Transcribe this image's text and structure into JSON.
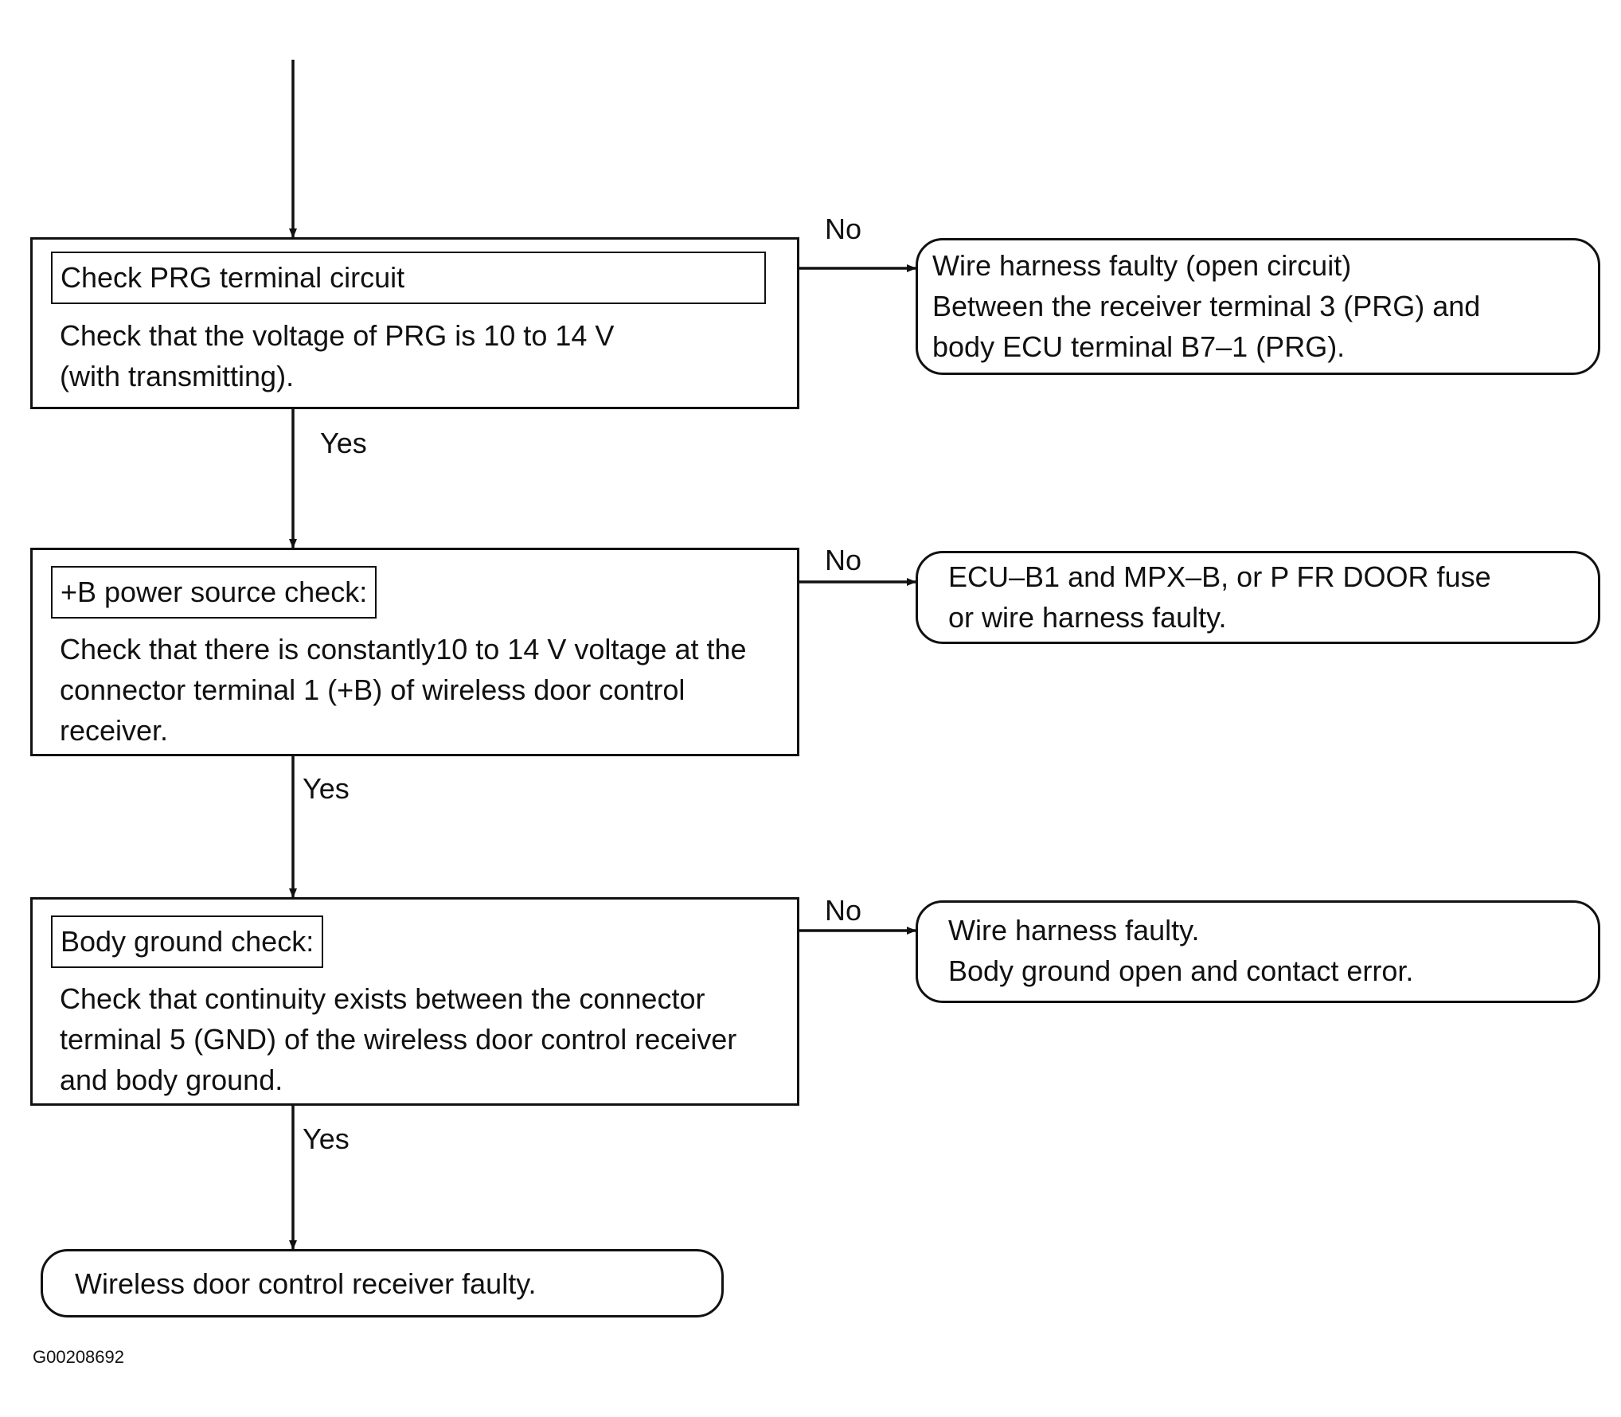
{
  "flowchart": {
    "steps": [
      {
        "title": "Check PRG terminal circuit",
        "body": "Check that the voltage of PRG is 10 to 14 V (with transmitting).",
        "no_label": "No",
        "yes_label": "Yes",
        "no_result": [
          "Wire harness faulty (open circuit)",
          "Between the receiver terminal 3 (PRG) and",
          "body ECU terminal B7–1 (PRG)."
        ]
      },
      {
        "title": "+B power source check:",
        "body": "Check that there is constantly10 to 14 V voltage at the connector terminal 1 (+B) of wireless door control receiver.",
        "no_label": "No",
        "yes_label": "Yes",
        "no_result": [
          "ECU–B1 and MPX–B, or P FR DOOR fuse",
          "or wire harness faulty."
        ]
      },
      {
        "title": "Body ground check:",
        "body": "Check that continuity exists between the connector terminal 5 (GND) of the wireless door control receiver and body ground.",
        "no_label": "No",
        "yes_label": "Yes",
        "no_result": [
          "Wire harness faulty.",
          "Body ground open and contact error."
        ]
      }
    ],
    "final_result": "Wireless door control receiver faulty."
  },
  "figure_code": "G00208692"
}
